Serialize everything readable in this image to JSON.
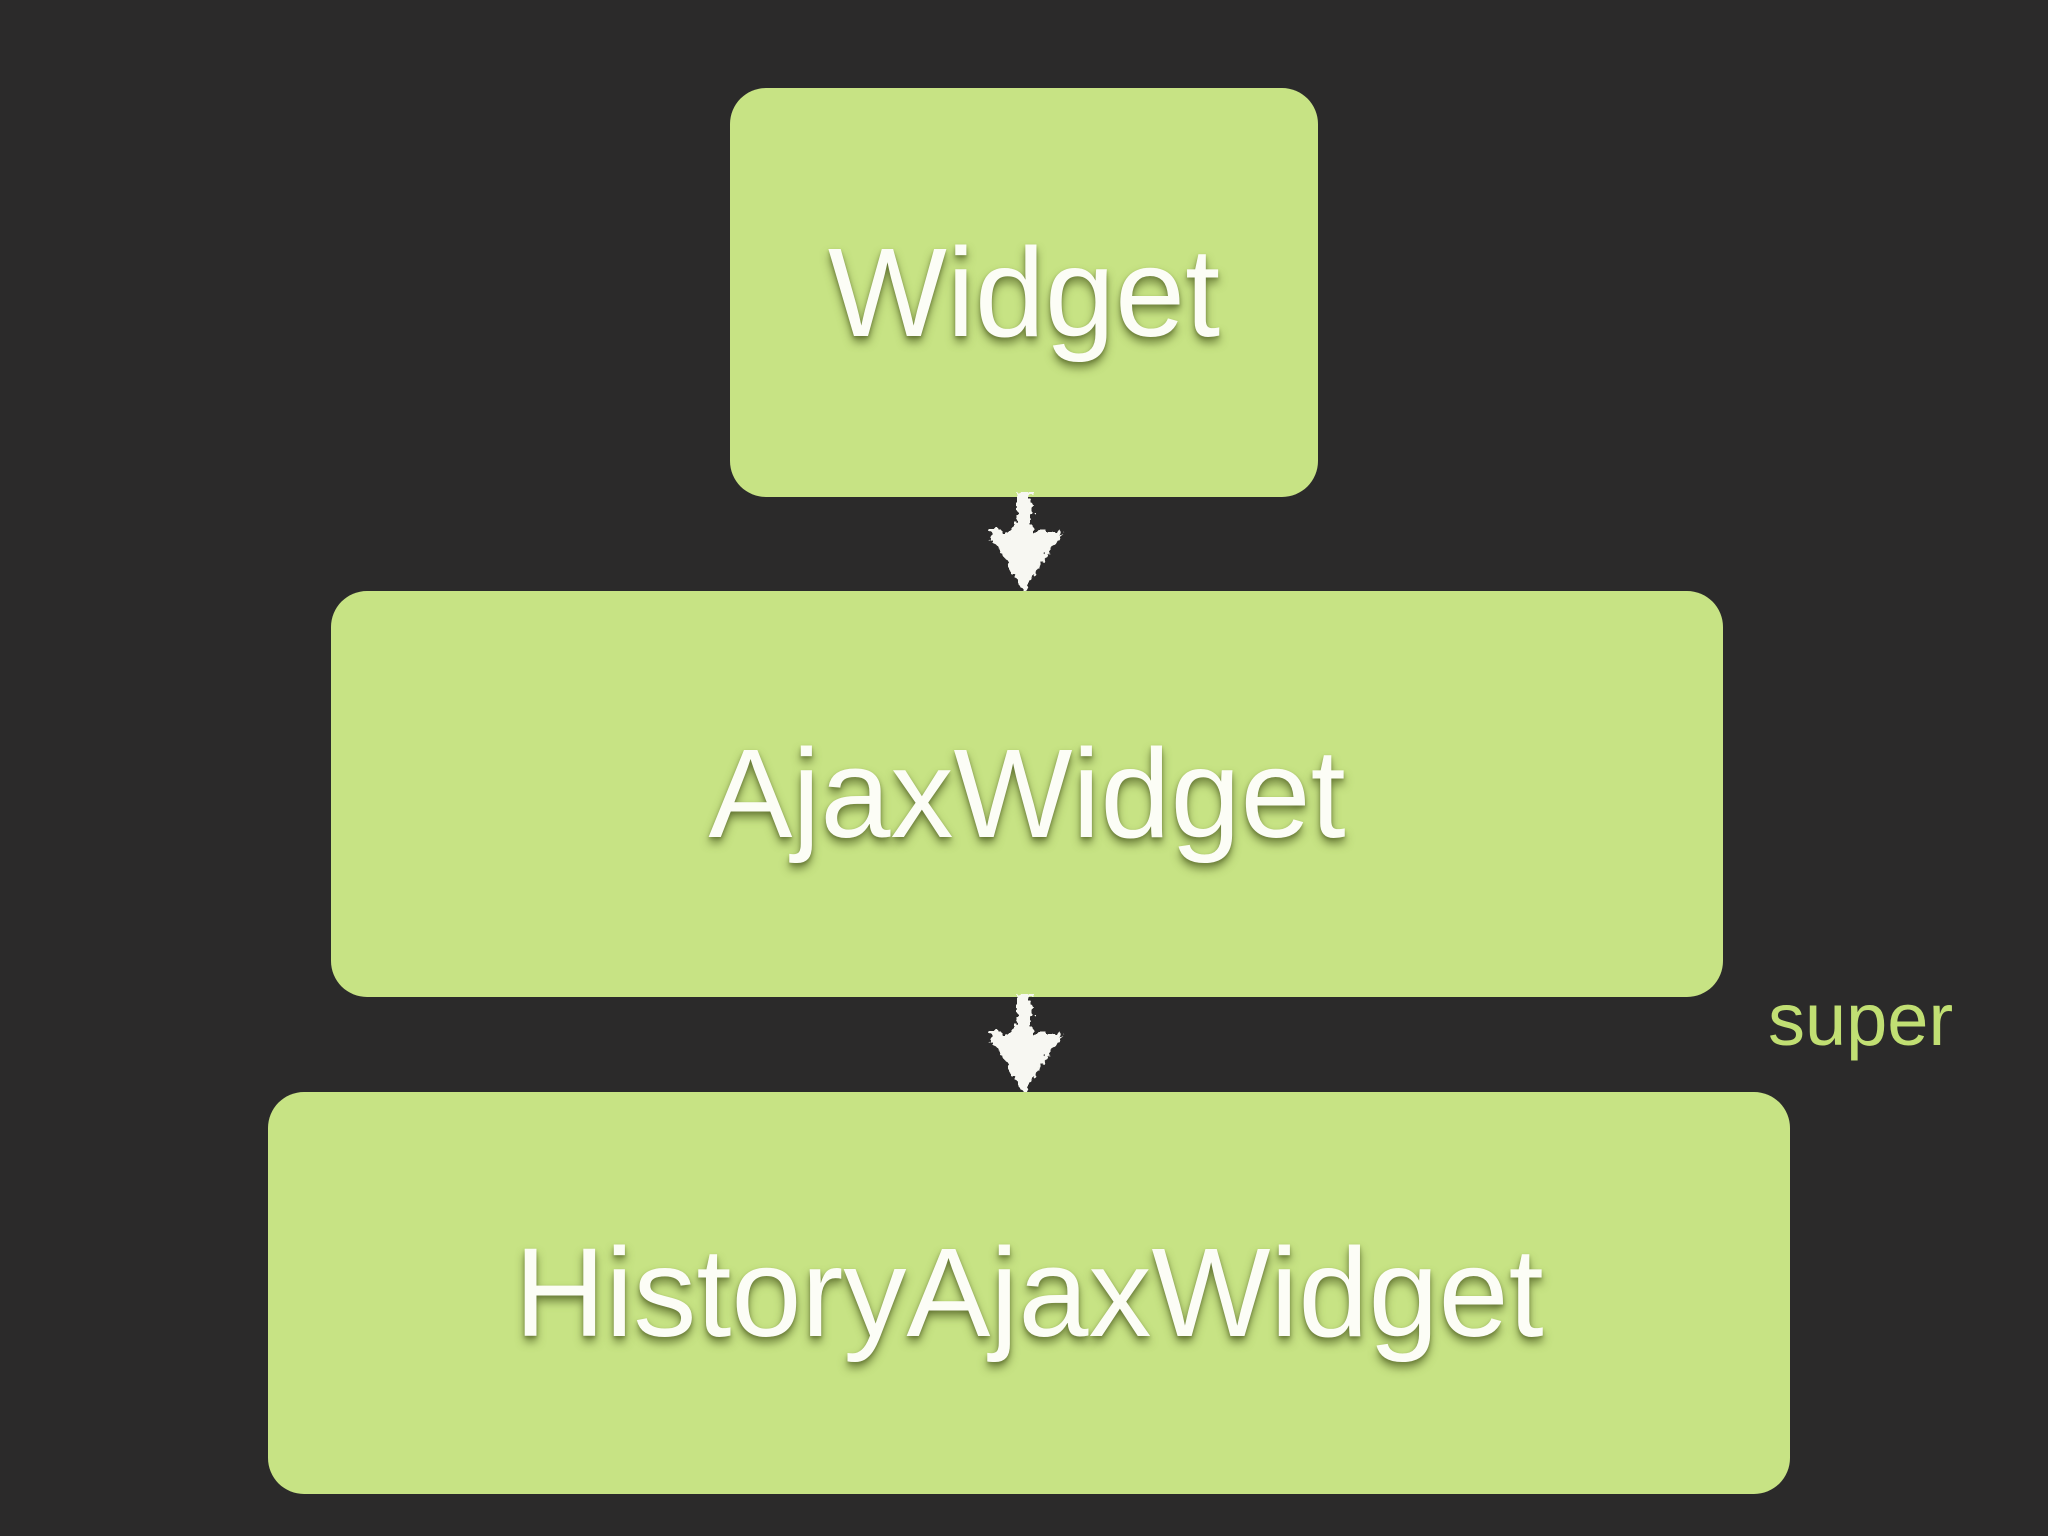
{
  "colors": {
    "bg": "#2b2a2a",
    "green": "#c7e384",
    "node-text": "#fcfdf6",
    "label": "#c1df73"
  },
  "diagram": {
    "nodes": [
      {
        "id": "widget",
        "label": "Widget"
      },
      {
        "id": "ajax-widget",
        "label": "AjaxWidget"
      },
      {
        "id": "history-ajax-widget",
        "label": "HistoryAjaxWidget"
      }
    ],
    "edges": [
      {
        "from": "Widget",
        "to": "AjaxWidget",
        "icon": "down-arrow"
      },
      {
        "from": "AjaxWidget",
        "to": "HistoryAjaxWidget",
        "icon": "down-arrow"
      }
    ],
    "annotation": {
      "text": "super"
    }
  }
}
